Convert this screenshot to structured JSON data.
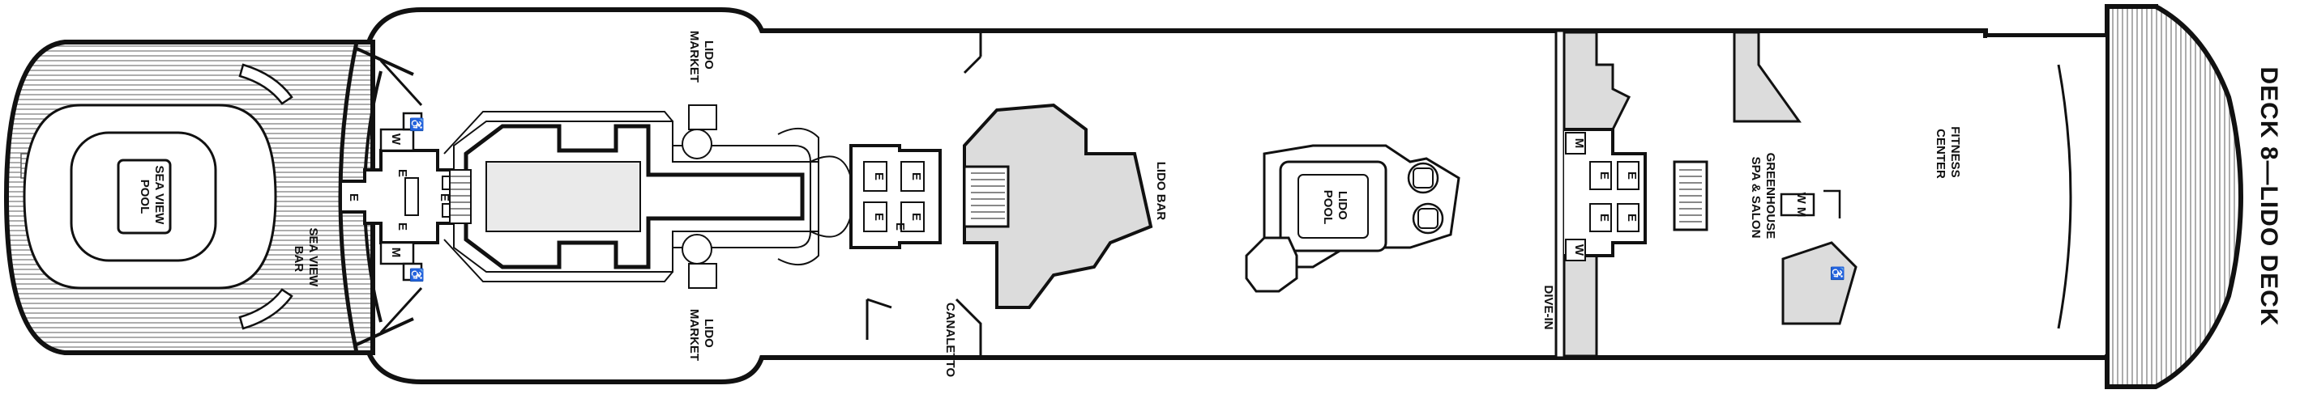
{
  "deck": {
    "title": "DECK 8—LIDO DECK"
  },
  "areas": {
    "sea_view_pool": [
      "SEA VIEW",
      "POOL"
    ],
    "sea_view_bar": [
      "SEA VIEW",
      "BAR"
    ],
    "lido_market_top": [
      "LIDO",
      "MARKET"
    ],
    "lido_market_bottom": [
      "LIDO",
      "MARKET"
    ],
    "canaletto": "CANALETTO",
    "lido_bar": "LIDO BAR",
    "lido_pool": [
      "LIDO",
      "POOL"
    ],
    "dive_in": "DIVE-IN",
    "greenhouse": [
      "GREENHOUSE",
      "SPA & SALON"
    ],
    "fitness_center": [
      "FITNESS",
      "CENTER"
    ]
  },
  "markers": {
    "elevator": "E",
    "women": "W",
    "men": "M",
    "women_men": "W M",
    "accessible": "♿"
  },
  "icons": [
    "accessible-restroom-icon",
    "elevator-icon",
    "restroom-icon"
  ]
}
